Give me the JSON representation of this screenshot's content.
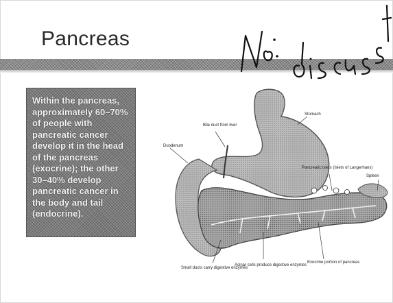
{
  "slide": {
    "title": "Pancreas",
    "body_text": "Within the pancreas, approximately 60–70% of people with pancreatic cancer develop it in the head of the pancreas (exocrine); the other 30–40% develop pancreatic cancer in the body and tail (endocrine).",
    "handwritten_note": "No discuss"
  },
  "figure": {
    "labels": {
      "bile_duct": "Bile duct from liver",
      "duodenum": "Duodenum",
      "stomach": "Stomach",
      "pancreatic_islets": "Pancreatic islets (Islets of Langerhans)",
      "spleen": "Spleen",
      "small_ducts": "Small ducts carry digestive enzymes",
      "acinar_cells": "Acinar cells produce digestive enzymes",
      "exocrine_portion": "Exocrine portion of pancreas"
    }
  },
  "colors": {
    "title_bar": "#8c8c8c",
    "textbox_fill": "#7a7a7a",
    "textbox_text": "#f4f4f4",
    "ink": "#111111"
  }
}
